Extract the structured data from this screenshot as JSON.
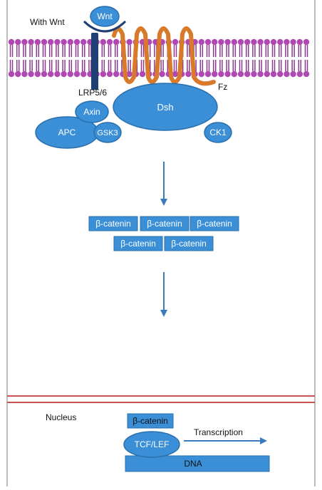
{
  "diagram": {
    "title": "With Wnt",
    "ligand": "Wnt",
    "receptor_frizzled": "Fz",
    "coreceptor": "LRP5/6",
    "proteins": {
      "dsh": "Dsh",
      "axin": "Axin",
      "apc": "APC",
      "gsk3": "GSK3",
      "ck1": "CK1"
    },
    "beta_catenin_label": "β-catenin",
    "beta_catenin_count": 5,
    "nucleus": {
      "label": "Nucleus",
      "beta_catenin": "β-catenin",
      "tcf_lef": "TCF/LEF",
      "transcription": "Transcription",
      "dna": "DNA"
    },
    "colors": {
      "membrane_head": "#b048b4",
      "membrane_tail": "#8a3a8e",
      "frizzled": "#d9792a",
      "lrp": "#1f3f73",
      "protein_fill": "#3a8fd6",
      "protein_stroke": "#2a6fae",
      "arrow": "#3b7bbd",
      "nuclear_envelope": "#c85050"
    }
  }
}
